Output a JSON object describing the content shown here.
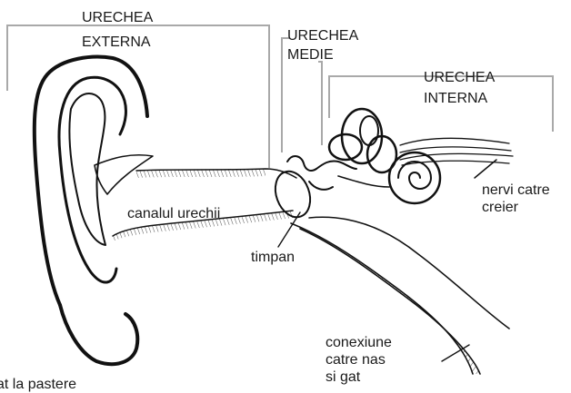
{
  "labels": {
    "outer_ear": [
      "URECHEA",
      "EXTERNA"
    ],
    "middle_ear": [
      "URECHEA",
      "MEDIE"
    ],
    "inner_ear": [
      "URECHEA",
      "INTERNA"
    ],
    "ear_canal": "canalul urechii",
    "eardrum": "timpan",
    "nerves": [
      "nervi catre",
      "creier"
    ],
    "connection": [
      "conexiune",
      "catre nas",
      "si gat"
    ],
    "partial_bottom": "at la pastere"
  },
  "colors": {
    "ink": "#111111",
    "bracket": "#a9a9a9",
    "text": "#1a1a1a"
  }
}
